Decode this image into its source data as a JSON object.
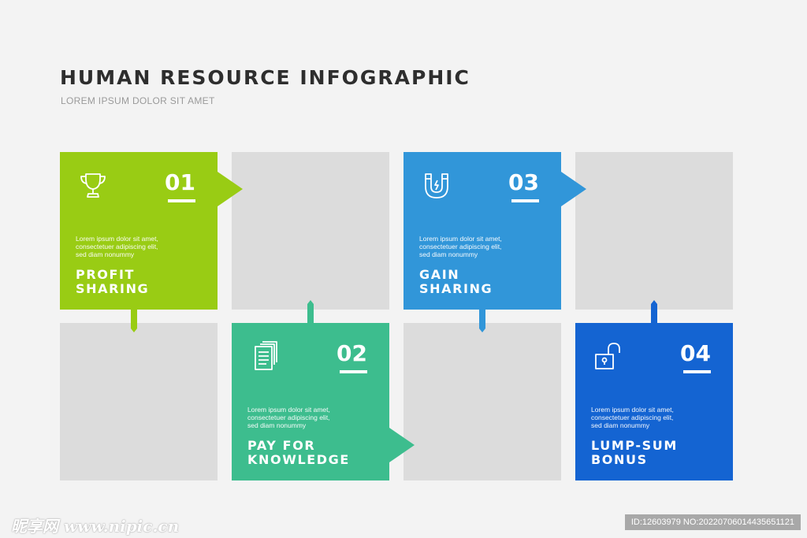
{
  "header": {
    "title": "HUMAN RESOURCE INFOGRAPHIC",
    "subtitle": "LOREM IPSUM DOLOR SIT AMET"
  },
  "colors": {
    "background": "#f3f3f3",
    "tile": "#dcdcdc",
    "step1": "#99cc14",
    "step2": "#3dbd8e",
    "step3": "#3196d9",
    "step4": "#1464d2"
  },
  "steps": [
    {
      "number": "01",
      "icon": "trophy-icon",
      "description": "Lorem ipsum dolor sit amet,\nconsectetuer adipiscing elit,\nsed diam nonummy",
      "label": "PROFIT\nSHARING"
    },
    {
      "number": "02",
      "icon": "documents-icon",
      "description": "Lorem ipsum dolor sit amet,\nconsectetuer adipiscing elit,\nsed diam nonummy",
      "label": "PAY FOR\nKNOWLEDGE"
    },
    {
      "number": "03",
      "icon": "magnet-icon",
      "description": "Lorem ipsum dolor sit amet,\nconsectetuer adipiscing elit,\nsed diam nonummy",
      "label": "GAIN\nSHARING"
    },
    {
      "number": "04",
      "icon": "unlocked-padlock-icon",
      "description": "Lorem ipsum dolor sit amet,\nconsectetuer adipiscing elit,\nsed diam nonummy",
      "label": "LUMP-SUM\nBONUS"
    }
  ],
  "watermark": {
    "left": "昵享网 www.nipic.cn",
    "right": "ID:12603979 NO:20220706014435651121"
  }
}
